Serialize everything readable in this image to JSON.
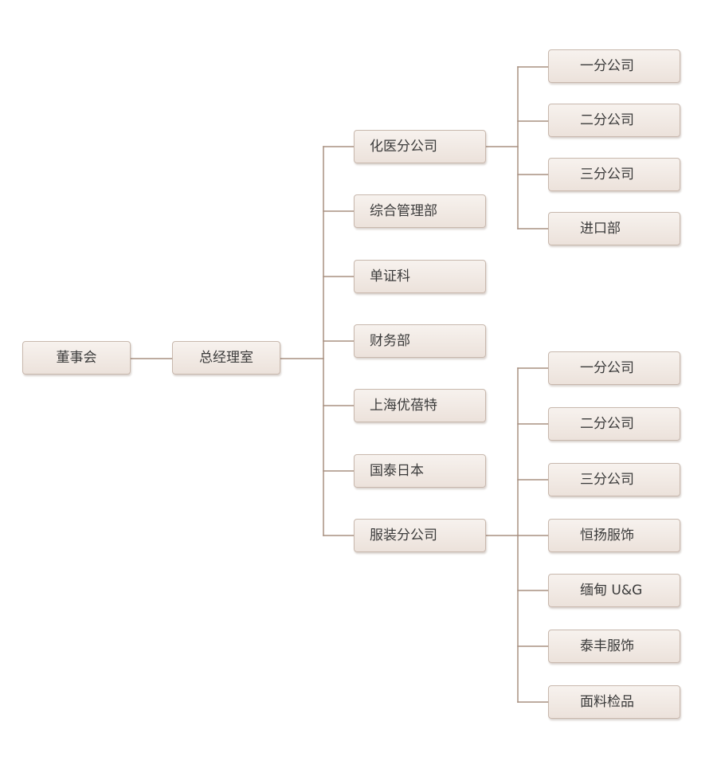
{
  "root": {
    "label": "董事会"
  },
  "office": {
    "label": "总经理室"
  },
  "departments": [
    {
      "label": "化医分公司"
    },
    {
      "label": "综合管理部"
    },
    {
      "label": "单证科"
    },
    {
      "label": "财务部"
    },
    {
      "label": "上海优蓓特"
    },
    {
      "label": "国泰日本"
    },
    {
      "label": "服装分公司"
    }
  ],
  "chemical_units": [
    {
      "label": "一分公司"
    },
    {
      "label": "二分公司"
    },
    {
      "label": "三分公司"
    },
    {
      "label": "进口部"
    }
  ],
  "garment_units": [
    {
      "label": "一分公司"
    },
    {
      "label": "二分公司"
    },
    {
      "label": "三分公司"
    },
    {
      "label": "恒扬服饰"
    },
    {
      "label": "缅甸 U&G"
    },
    {
      "label": "泰丰服饰"
    },
    {
      "label": "面料检品"
    }
  ],
  "colors": {
    "connector": "#a89080",
    "node_border": "#c8b8ad",
    "node_fill_top": "#f7f2ee",
    "node_fill_bottom": "#ece2db",
    "text": "#3a3a3a"
  }
}
